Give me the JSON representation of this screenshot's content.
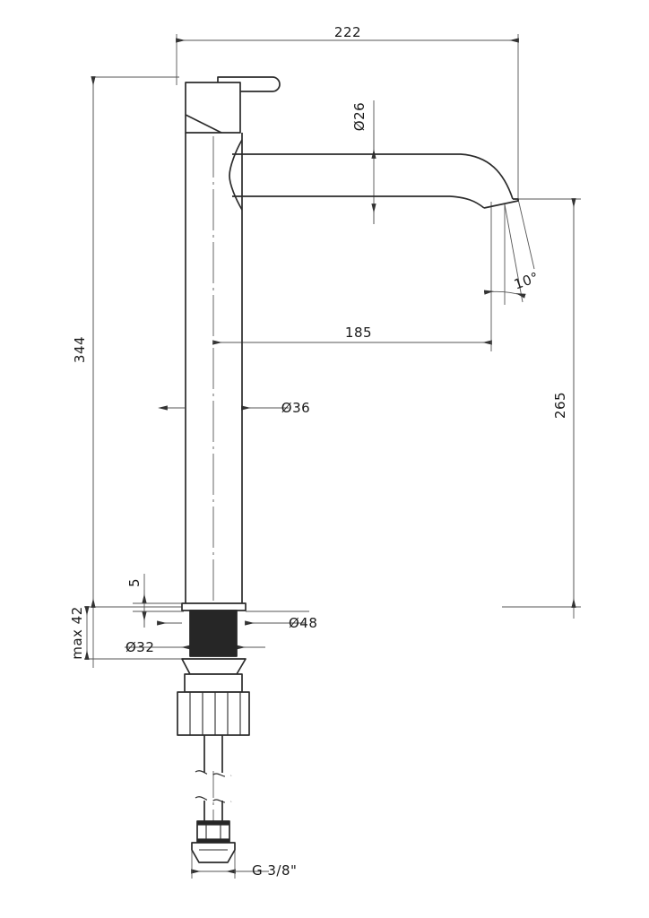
{
  "drawing": {
    "title": "Tall basin mixer tap technical dimension drawing",
    "units": "mm",
    "line_color": "#2b2b2b",
    "dim_line_color": "#555555",
    "fill_color": "#262626",
    "background": "#ffffff"
  },
  "dimensions": {
    "overall_width": "222",
    "spout_diameter": "Ø26",
    "spout_reach": "185",
    "overall_height": "344",
    "spout_height": "265",
    "column_diameter": "Ø36",
    "base_diameter": "Ø48",
    "shank_diameter": "Ø32",
    "flange_thickness": "5",
    "max_worktop_thickness": "max 42",
    "outlet_angle": "10°",
    "thread_size": "G 3/8\""
  },
  "labels": [
    {
      "name": "width-222",
      "text": "222"
    },
    {
      "name": "spout-dia-26",
      "text": "Ø26"
    },
    {
      "name": "reach-185",
      "text": "185"
    },
    {
      "name": "height-344",
      "text": "344"
    },
    {
      "name": "spout-height-265",
      "text": "265"
    },
    {
      "name": "column-dia-36",
      "text": "Ø36"
    },
    {
      "name": "base-dia-48",
      "text": "Ø48"
    },
    {
      "name": "shank-dia-32",
      "text": "Ø32"
    },
    {
      "name": "flange-5",
      "text": "5"
    },
    {
      "name": "max-42",
      "text": "max 42"
    },
    {
      "name": "angle-10",
      "text": "10°"
    },
    {
      "name": "thread-g38",
      "text": "G 3/8\""
    }
  ]
}
